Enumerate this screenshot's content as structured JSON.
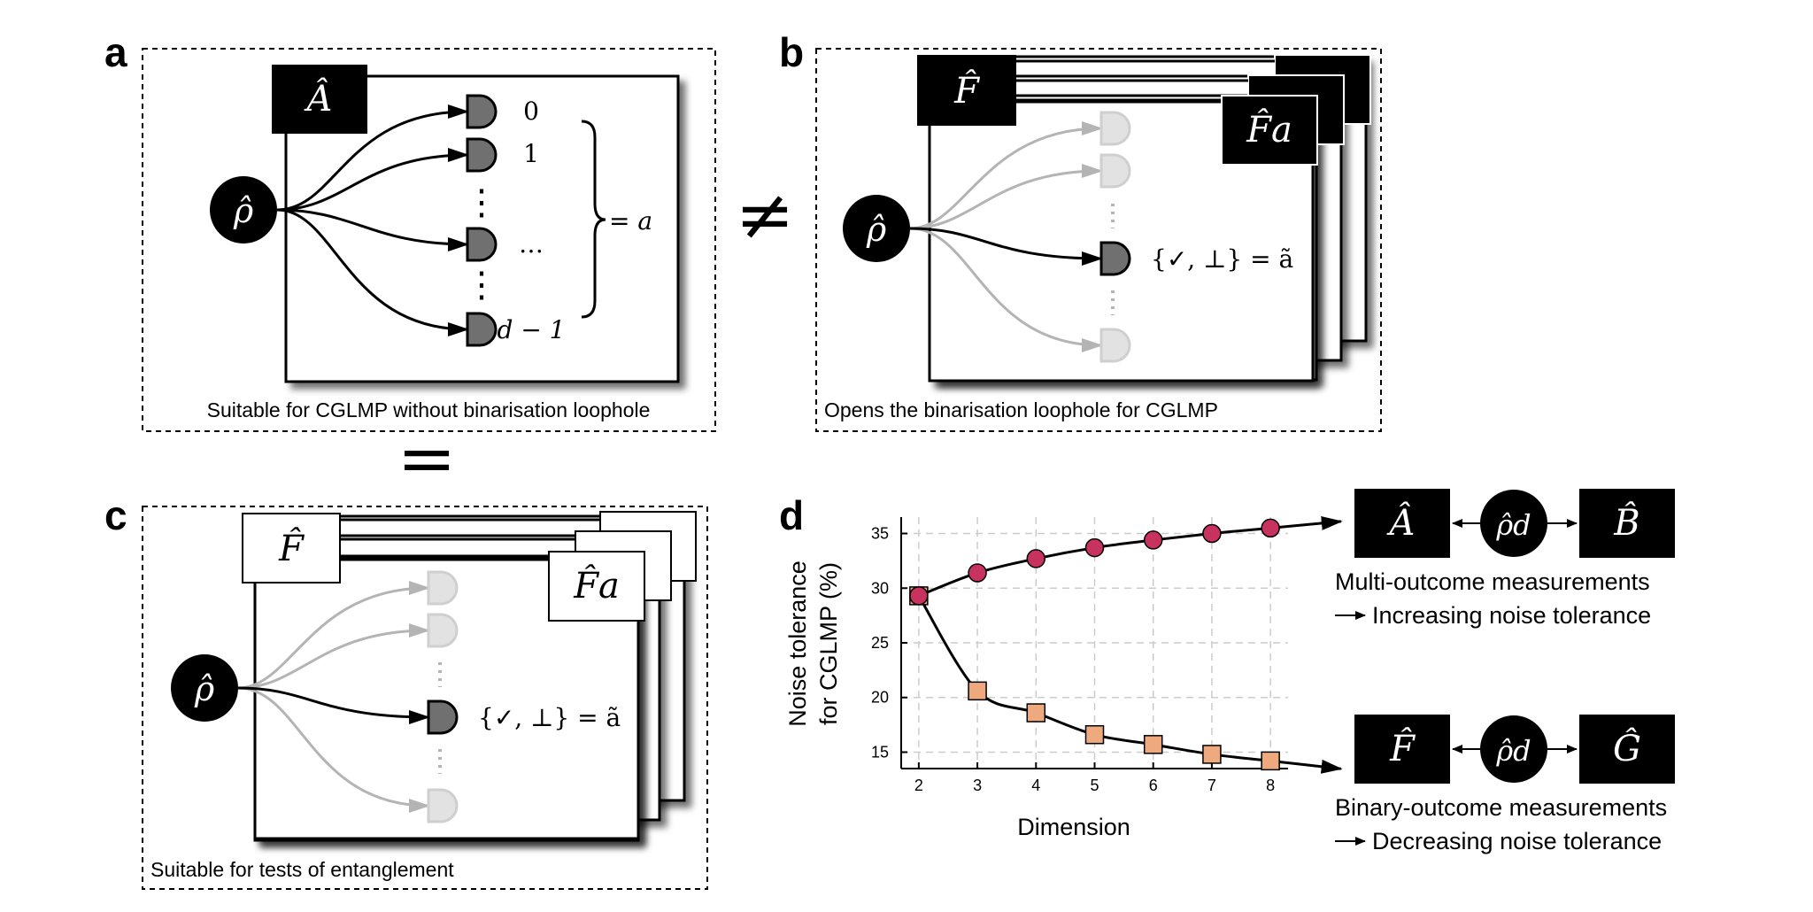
{
  "colors": {
    "black": "#000000",
    "detector_dark": "#707070",
    "detector_light": "#dedede",
    "faded_line": "#b4b4b4",
    "multi_marker": "#c8325e",
    "binary_marker": "#eeaa7e",
    "grid": "#cccccc"
  },
  "panel_a": {
    "letter": "a",
    "operator": "Â",
    "state": "ρ̂",
    "outcomes": [
      "0",
      "1",
      "…",
      "d − 1"
    ],
    "brace_label": "} = a",
    "equals_label": "= a",
    "caption": "Suitable for CGLMP without binarisation loophole"
  },
  "panel_b": {
    "letter": "b",
    "operator_front": "F̂",
    "operator_stack": "F̂a",
    "state": "ρ̂",
    "outcome": "{✓, ⊥} = ã",
    "caption": "Opens the binarisation loophole for CGLMP"
  },
  "panel_c": {
    "letter": "c",
    "operator_front": "F̂",
    "operator_stack": "F̂a",
    "state": "ρ̂",
    "outcome": "{✓, ⊥} = ã",
    "caption": "Suitable for tests of entanglement"
  },
  "relations": {
    "not_equal": "≠",
    "equal": "="
  },
  "panel_d": {
    "letter": "d",
    "top_diagram": {
      "left": "Â",
      "center": "ρ̂d",
      "right": "B̂"
    },
    "top_text_1": "Multi-outcome measurements",
    "top_text_2": "Increasing noise tolerance",
    "bottom_diagram": {
      "left": "F̂",
      "center": "ρ̂d",
      "right": "Ĝ"
    },
    "bottom_text_1": "Binary-outcome measurements",
    "bottom_text_2": "Decreasing noise tolerance"
  },
  "chart_data": {
    "type": "scatter",
    "title": "",
    "xlabel": "Dimension",
    "ylabel_line1": "Noise tolerance",
    "ylabel_line2": "for CGLMP (%)",
    "xlim": [
      1.7,
      8.3
    ],
    "ylim": [
      13.5,
      36.5
    ],
    "xticks": [
      2,
      3,
      4,
      5,
      6,
      7,
      8
    ],
    "yticks": [
      15,
      20,
      25,
      30,
      35
    ],
    "grid": true,
    "series": [
      {
        "marker": "circle",
        "color": "#c8325e",
        "x": [
          2,
          3,
          4,
          5,
          6,
          7,
          8
        ],
        "y": [
          29.3,
          31.4,
          32.7,
          33.7,
          34.4,
          35.0,
          35.5
        ]
      },
      {
        "marker": "square",
        "color": "#eeaa7e",
        "x": [
          2,
          3,
          4,
          5,
          6,
          7,
          8
        ],
        "y": [
          29.3,
          20.6,
          18.6,
          16.6,
          15.7,
          14.8,
          14.2
        ]
      }
    ]
  }
}
